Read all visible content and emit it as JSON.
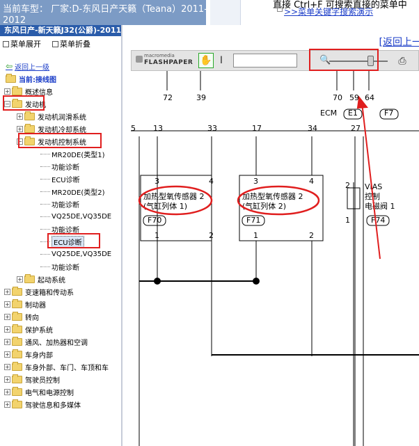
{
  "header": {
    "vehicle_line1": "当前车型： 厂家:D-东风日产天籁（Teana）2011-",
    "vehicle_line2": "2012",
    "hint": "直接 Ctrl+F 可搜索直接的菜单中",
    "link": ">>菜单关键字搜索演示"
  },
  "sidebar": {
    "title": "东风日产-新天籁J32(公爵)-2011",
    "expand_label": "菜单展开",
    "collapse_label": "菜单折叠",
    "back_link": "返回上一级",
    "current_label": "当前:接线图",
    "tree": [
      {
        "label": "概述信息"
      },
      {
        "label": "发动机"
      },
      {
        "label": "发动机润滑系统"
      },
      {
        "label": "发动机冷却系统"
      },
      {
        "label": "发动机控制系统"
      },
      {
        "label": "MR20DE(类型1)"
      },
      {
        "label": "功能诊断"
      },
      {
        "label": "ECU诊断"
      },
      {
        "label": "MR20DE(类型2)"
      },
      {
        "label": "功能诊断"
      },
      {
        "label": "VQ25DE,VQ35DE"
      },
      {
        "label": "功能诊断"
      },
      {
        "label": "ECU诊断"
      },
      {
        "label": "VQ25DE,VQ35DE"
      },
      {
        "label": "功能诊断"
      },
      {
        "label": "起动系统"
      },
      {
        "label": "变速箱和传动系"
      },
      {
        "label": "制动器"
      },
      {
        "label": "转向"
      },
      {
        "label": "保护系统"
      },
      {
        "label": "通风、加热器和空调"
      },
      {
        "label": "车身内部"
      },
      {
        "label": "车身外部、车门、车顶和车"
      },
      {
        "label": "驾驶员控制"
      },
      {
        "label": "电气和电源控制"
      },
      {
        "label": "驾驶信息和多媒体"
      }
    ]
  },
  "main": {
    "return_link": "[返回上一",
    "toolbar": {
      "logo_top": "macromedia",
      "logo_bottom": "FLASHPAPER",
      "search_value": "",
      "zoom_level": 0.7,
      "hand_icon": "hand-icon",
      "text_icon": "text-cursor-icon",
      "print_icon": "print-icon"
    },
    "diagram": {
      "top_pins": [
        "72",
        "39",
        "70",
        "59",
        "64"
      ],
      "ecm_label": "ECM",
      "connectors": [
        "E1",
        "F7"
      ],
      "row_pins": [
        "5",
        "13",
        "33",
        "17",
        "34",
        "27"
      ],
      "sensor1_name": "加热型氧传感器 2",
      "sensor1_sub": "(气缸列体 1)",
      "sensor1_code": "F70",
      "sensor2_name": "加热型氧传感器 2",
      "sensor2_sub": "(气缸列体 2)",
      "sensor2_code": "F71",
      "sensor_pins": [
        "3",
        "4",
        "3",
        "4",
        "1",
        "2",
        "1",
        "2"
      ],
      "valve_name": "VIAS",
      "valve_line2": "控制",
      "valve_line3": "电磁阀 1",
      "valve_code": "F74",
      "valve_pins": [
        "2",
        "1"
      ]
    }
  }
}
